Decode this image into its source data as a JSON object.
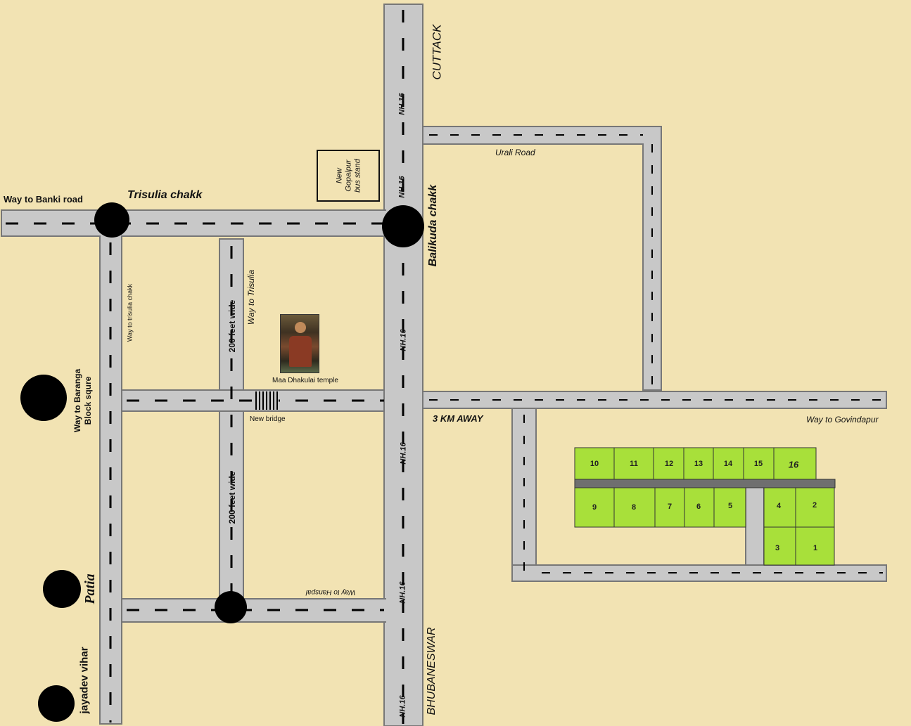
{
  "labels": {
    "cuttack": "CUTTACK",
    "bhubaneswar": "BHUBANESWAR",
    "nh16": "NH.16",
    "urali_road": "Urali Road",
    "way_to_banki": "Way to Banki road",
    "trisulia_chakk": "Trisulia chakk",
    "balikuda_chakk": "Balikuda chakk",
    "way_to_trisulia_chakk": "Way to trisulia chakk",
    "way_to_trisulia": "Way to Trisulia",
    "feet_wide": "200 feet wide",
    "temple": "Maa Dhakulai temple",
    "new_bridge": "New bridge",
    "km_away": "3 KM AWAY",
    "way_to_govindapur": "Way to Govindapur",
    "way_to_baranga_line1": "Way to Baranga",
    "way_to_baranga_line2": "Block squre",
    "patia": "Patia",
    "jayadev_vihar": "jayadev vihar",
    "way_to_hanspal": "Way to Hanspal"
  },
  "bus_stand": [
    "New",
    "Gopalpur",
    "bus stand"
  ],
  "plots_top": [
    "10",
    "11",
    "12",
    "13",
    "14",
    "15",
    "16"
  ],
  "plots_bottom": [
    "9",
    "8",
    "7",
    "6",
    "5"
  ],
  "plots_right": [
    "4",
    "2",
    "3",
    "1"
  ],
  "colors": {
    "background": "#f2e3b3",
    "road_fill": "#c8c8c8",
    "road_edge": "#777777",
    "plot_fill": "#a8e03a",
    "junction": "#000000"
  }
}
